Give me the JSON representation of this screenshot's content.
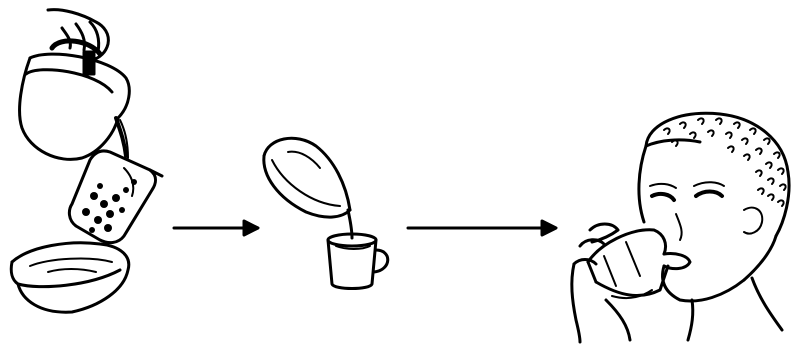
{
  "figure": {
    "description_hidden": "",
    "steps": [
      {
        "id": "filter-step",
        "icon": "pour-through-filter-icon"
      },
      {
        "id": "decant-step",
        "icon": "pour-into-cup-icon"
      },
      {
        "id": "drink-step",
        "icon": "person-drinking-icon"
      }
    ],
    "arrows": 2,
    "line_color": "#000000",
    "background": "#ffffff"
  }
}
